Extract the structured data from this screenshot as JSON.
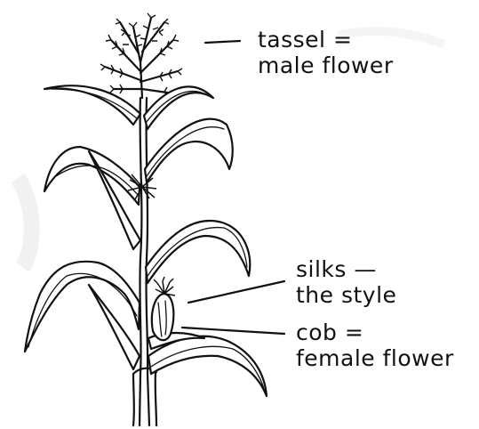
{
  "labels": {
    "tassel": [
      "tassel =",
      "male flower"
    ],
    "silks": [
      "silks —",
      "the style"
    ],
    "cob": [
      "cob =",
      "female flower"
    ]
  }
}
